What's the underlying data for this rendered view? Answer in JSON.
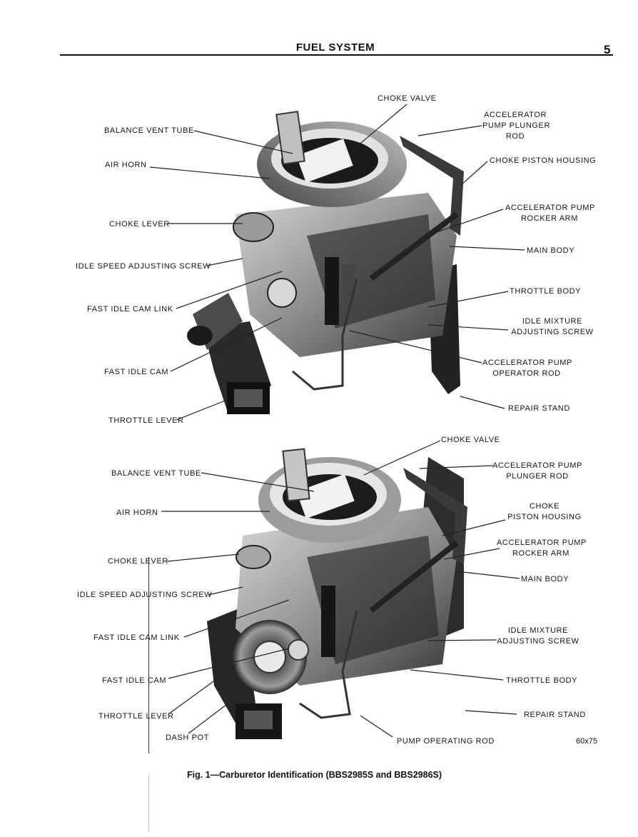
{
  "header": {
    "section_title": "FUEL SYSTEM",
    "page_number": "5"
  },
  "figure_top": {
    "labels": {
      "choke_valve": "CHOKE VALVE",
      "accelerator_pump_plunger_rod": [
        "ACCELERATOR",
        "PUMP PLUNGER",
        "ROD"
      ],
      "balance_vent_tube": "BALANCE VENT TUBE",
      "choke_piston_housing": "CHOKE PISTON HOUSING",
      "air_horn": "AIR HORN",
      "accelerator_pump_rocker_arm": [
        "ACCELERATOR PUMP",
        "ROCKER ARM"
      ],
      "choke_lever": "CHOKE LEVER",
      "main_body": "MAIN BODY",
      "idle_speed_adjusting_screw": "IDLE SPEED ADJUSTING SCREW",
      "throttle_body": "THROTTLE BODY",
      "fast_idle_cam_link": "FAST IDLE CAM LINK",
      "idle_mixture_adjusting_screw": [
        "IDLE MIXTURE",
        "ADJUSTING SCREW"
      ],
      "accelerator_pump_operator_rod": [
        "ACCELERATOR PUMP",
        "OPERATOR ROD"
      ],
      "fast_idle_cam": "FAST IDLE CAM",
      "repair_stand": "REPAIR STAND",
      "throttle_lever": "THROTTLE LEVER"
    }
  },
  "figure_bottom": {
    "labels": {
      "choke_valve": "CHOKE VALVE",
      "accelerator_pump_plunger_rod": [
        "ACCELERATOR PUMP",
        "PLUNGER ROD"
      ],
      "balance_vent_tube": "BALANCE VENT TUBE",
      "choke_piston_housing": [
        "CHOKE",
        "PISTON HOUSING"
      ],
      "air_horn": "AIR HORN",
      "accelerator_pump_rocker_arm": [
        "ACCELERATOR PUMP",
        "ROCKER ARM"
      ],
      "choke_lever": "CHOKE LEVER",
      "main_body": "MAIN BODY",
      "idle_speed_adjusting_screw": "IDLE SPEED ADJUSTING SCREW",
      "fast_idle_cam_link": "FAST IDLE CAM LINK",
      "idle_mixture_adjusting_screw": [
        "IDLE MIXTURE",
        "ADJUSTING SCREW"
      ],
      "fast_idle_cam": "FAST IDLE CAM",
      "throttle_body": "THROTTLE BODY",
      "throttle_lever": "THROTTLE LEVER",
      "repair_stand": "REPAIR STAND",
      "dash_pot": "DASH POT",
      "pump_operating_rod": "PUMP OPERATING ROD"
    },
    "reference_code": "60x75"
  },
  "caption": "Fig. 1—Carburetor Identification (BBS2985S and BBS2986S)"
}
